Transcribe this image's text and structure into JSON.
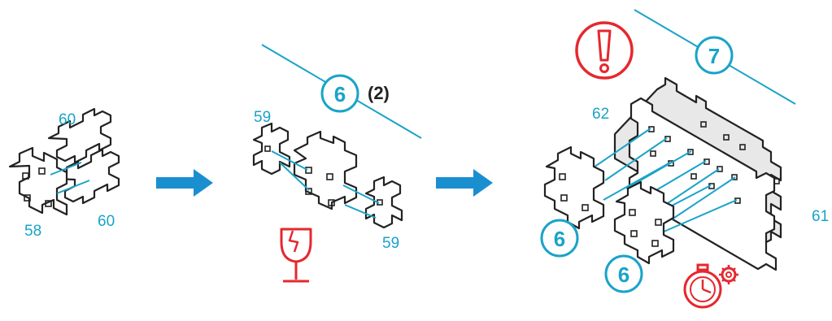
{
  "colors": {
    "accent": "#1aa3c8",
    "warning": "#e5282e",
    "outline": "#222222",
    "arrow": "#1a8fd0"
  },
  "step1": {
    "labels": [
      "60",
      "60",
      "58"
    ]
  },
  "step2": {
    "step_number": "6",
    "quantity": "(2)",
    "labels": [
      "59",
      "59"
    ],
    "icon": "fragile-glass-icon"
  },
  "step3": {
    "step_number": "7",
    "labels": [
      "62",
      "61"
    ],
    "sub_steps": [
      "6",
      "6"
    ],
    "icons": [
      "exclamation-warning-icon",
      "stopwatch-gear-icon"
    ]
  }
}
